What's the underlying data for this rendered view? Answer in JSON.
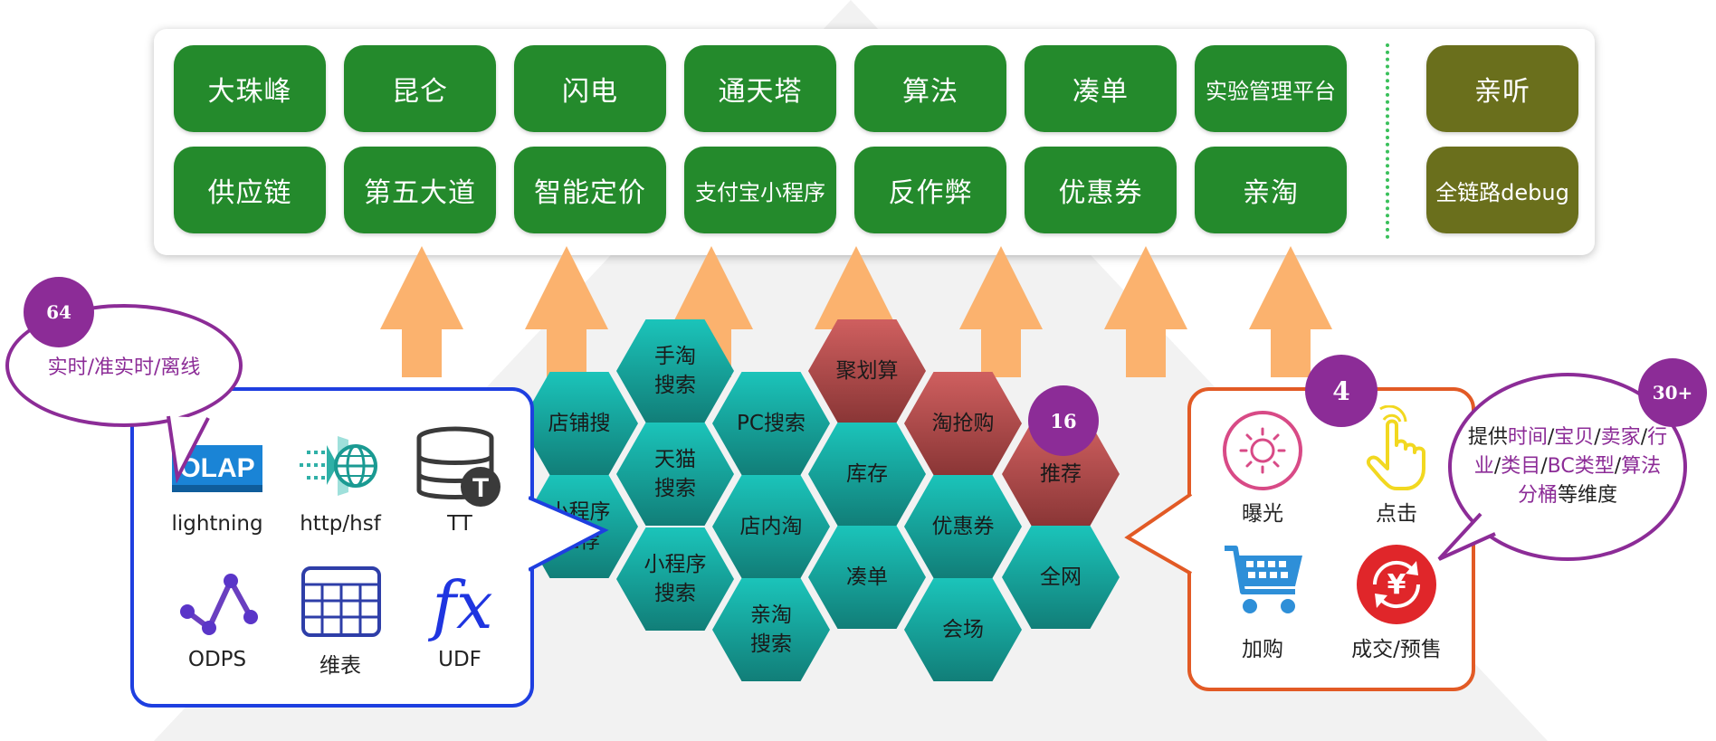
{
  "applications": {
    "row1": [
      "大珠峰",
      "昆仑",
      "闪电",
      "通天塔",
      "算法",
      "凑单",
      "实验管理平台"
    ],
    "row2": [
      "供应链",
      "第五大道",
      "智能定价",
      "支付宝小程序",
      "反作弊",
      "优惠券",
      "亲淘"
    ],
    "side": [
      "亲听",
      "全链路debug"
    ]
  },
  "data_sources": {
    "badge": "64",
    "bubble_text": "实时/准实时/离线",
    "olap_logo_text": "OLAP",
    "tt_logo_text": "T",
    "udf_logo_text": "fx",
    "items": [
      {
        "label": "lightning",
        "icon": "olap-icon"
      },
      {
        "label": "http/hsf",
        "icon": "globe-icon"
      },
      {
        "label": "TT",
        "icon": "database-icon"
      },
      {
        "label": "ODPS",
        "icon": "line-chart-icon"
      },
      {
        "label": "维表",
        "icon": "table-icon"
      },
      {
        "label": "UDF",
        "icon": "function-icon"
      }
    ]
  },
  "scenes": {
    "badge": "16",
    "cells": [
      {
        "label": "手淘\n搜索",
        "kind": "teal"
      },
      {
        "label": "店铺搜",
        "kind": "teal"
      },
      {
        "label": "天猫\n搜索",
        "kind": "teal"
      },
      {
        "label": "小程序\n推荐",
        "kind": "teal"
      },
      {
        "label": "小程序\n搜索",
        "kind": "teal"
      },
      {
        "label": "PC搜索",
        "kind": "teal"
      },
      {
        "label": "店内淘",
        "kind": "teal"
      },
      {
        "label": "亲淘\n搜索",
        "kind": "teal"
      },
      {
        "label": "聚划算",
        "kind": "red"
      },
      {
        "label": "库存",
        "kind": "teal"
      },
      {
        "label": "凑单",
        "kind": "teal"
      },
      {
        "label": "淘抢购",
        "kind": "red"
      },
      {
        "label": "优惠券",
        "kind": "teal"
      },
      {
        "label": "会场",
        "kind": "teal"
      },
      {
        "label": "推荐",
        "kind": "red"
      },
      {
        "label": "全网",
        "kind": "teal"
      }
    ]
  },
  "user_actions": {
    "badge": "4",
    "yen_symbol": "¥",
    "items": [
      {
        "label": "曝光",
        "icon": "sun-icon"
      },
      {
        "label": "点击",
        "icon": "pointer-hand-icon"
      },
      {
        "label": "加购",
        "icon": "shopping-cart-icon"
      },
      {
        "label": "成交/预售",
        "icon": "yen-coin-icon"
      }
    ]
  },
  "dimensions": {
    "badge": "30+",
    "parts": [
      {
        "text": "提供",
        "hl": false
      },
      {
        "text": "时间",
        "hl": true
      },
      {
        "text": "/",
        "hl": false
      },
      {
        "text": "宝贝",
        "hl": true
      },
      {
        "text": "/",
        "hl": false
      },
      {
        "text": "卖家",
        "hl": true
      },
      {
        "text": "/",
        "hl": false
      },
      {
        "text": "行业",
        "hl": true
      },
      {
        "text": "/",
        "hl": false
      },
      {
        "text": "类目",
        "hl": true
      },
      {
        "text": "/",
        "hl": false
      },
      {
        "text": "BC类型",
        "hl": true
      },
      {
        "text": "/",
        "hl": false
      },
      {
        "text": "算法分桶",
        "hl": true
      },
      {
        "text": "等维度",
        "hl": false
      }
    ]
  },
  "colors": {
    "app_tile": "#248a2c",
    "side_tile": "#6a6f1c",
    "arrow": "#fbb26e",
    "hex_teal": "#17a7a0",
    "hex_red": "#b04a4a",
    "source_border": "#1e3fe0",
    "action_border": "#e25a25",
    "badge": "#8c2c97"
  }
}
